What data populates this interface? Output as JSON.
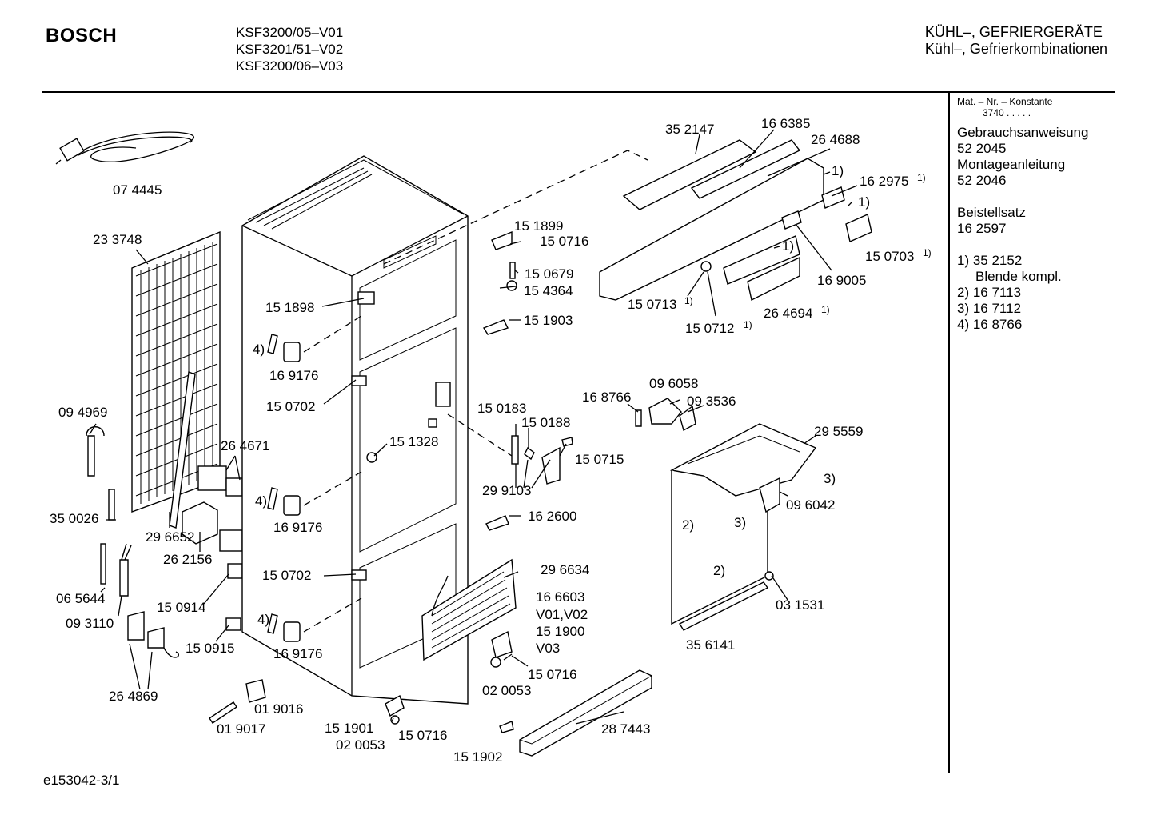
{
  "header": {
    "brand": "BOSCH",
    "models": [
      "KSF3200/05–V01",
      "KSF3201/51–V02",
      "KSF3200/06–V03"
    ],
    "category_line1": "KÜHL–, GEFRIERGERÄTE",
    "category_line2": "Kühl–, Gefrierkombinationen"
  },
  "sidebar": {
    "matnr_label": "Mat. – Nr. – Konstante",
    "matnr_value": "3740  .  .  .  .  .",
    "entries": [
      {
        "title": "Gebrauchsanweisung",
        "value": "52 2045"
      },
      {
        "title": "Montageanleitung",
        "value": "52 2046"
      },
      {
        "title": "Beistellsatz",
        "value": "16 2597"
      }
    ],
    "notes": [
      {
        "line": "1) 35 2152",
        "sub": "Blende kompl."
      },
      {
        "line": "2) 16 7113"
      },
      {
        "line": "3) 16 7112"
      },
      {
        "line": "4) 16 8766"
      }
    ]
  },
  "footer": {
    "code": "e153042-3/1"
  },
  "labels": {
    "p074445": "07 4445",
    "p233748": "23 3748",
    "p094969": "09 4969",
    "p350026": "35 0026",
    "p065644": "06 5644",
    "p093110": "09 3110",
    "p264869": "26 4869",
    "p264671": "26 4671",
    "p296652": "29 6652",
    "p262156": "26 2156",
    "p150914": "15 0914",
    "p150915": "15 0915",
    "p019016": "01 9016",
    "p019017": "01 9017",
    "p151898": "15 1898",
    "p169176a": "16 9176",
    "p150702a": "15 0702",
    "p151328": "15 1328",
    "p169176b": "16 9176",
    "p150702b": "15 0702",
    "p169176c": "16 9176",
    "n4a": "4)",
    "n4b": "4)",
    "n4c": "4)",
    "p151899": "15 1899",
    "p150716a": "15 0716",
    "p150679": "15 0679",
    "p154364": "15 4364",
    "p151903": "15 1903",
    "p150183": "15 0183",
    "p150188": "15 0188",
    "p150715": "15 0715",
    "p299103": "29 9103",
    "p162600": "16 2600",
    "p296634": "29 6634",
    "p166603": "16 6603",
    "v0102": "V01,V02",
    "p151900": "15 1900",
    "v03": "V03",
    "p150716b": "15 0716",
    "p020053a": "02 0053",
    "p151901": "15 1901",
    "p020053b": "02 0053",
    "p150716c": "15 0716",
    "p151902": "15 1902",
    "p287443": "28 7443",
    "p352147": "35 2147",
    "p166385": "16 6385",
    "p264688": "26 4688",
    "n1a": "1)",
    "p162975": "16 2975",
    "n1b": "1)",
    "p150703": "15 0703",
    "n1c": "1)",
    "p169005": "16 9005",
    "p150713": "15 0713",
    "p150712": "15 0712",
    "p264694": "26 4694",
    "p168766": "16 8766",
    "p096058": "09 6058",
    "p093536": "09 3536",
    "p295559": "29 5559",
    "n3a": "3)",
    "p096042": "09 6042",
    "n2a": "2)",
    "n3b": "3)",
    "n2b": "2)",
    "p031531": "03 1531",
    "p356141": "35 6141",
    "sup1": "1)"
  }
}
